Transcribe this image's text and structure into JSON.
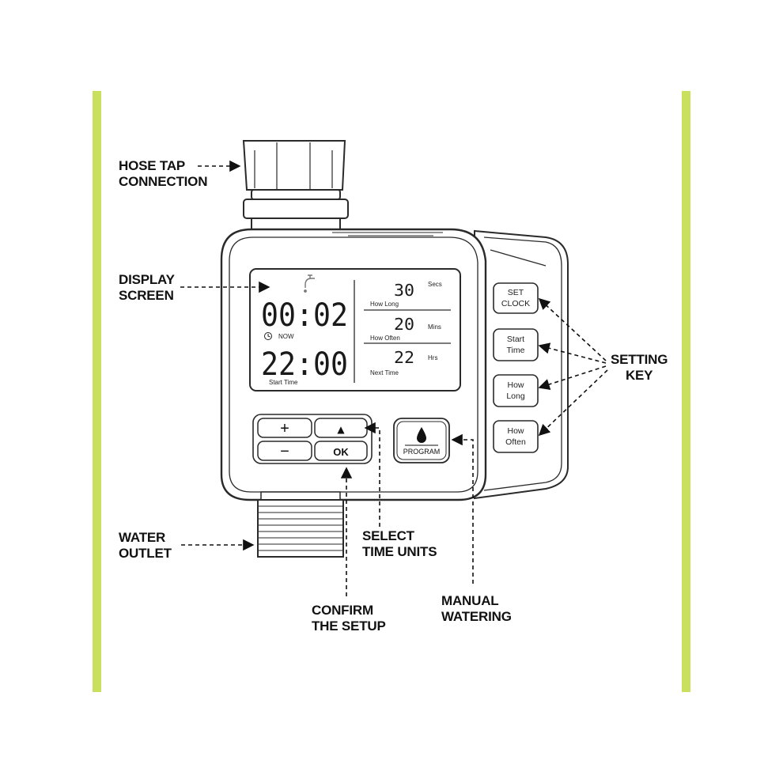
{
  "callouts": {
    "hose_tap": "HOSE TAP\nCONNECTION",
    "display": "DISPLAY\nSCREEN",
    "setting_key": "SETTING\nKEY",
    "water_outlet": "WATER\nOUTLET",
    "select_units": "SELECT\nTIME UNITS",
    "confirm": "CONFIRM\nTHE SETUP",
    "manual": "MANUAL\nWATERING"
  },
  "display": {
    "now_time": "00:02",
    "now_label": "NOW",
    "start_time": "22:00",
    "start_label": "Start Time",
    "how_long_value": "30",
    "how_long_unit": "Secs",
    "how_long_label": "How Long",
    "how_often_value": "20",
    "how_often_unit": "Mins",
    "how_often_label": "How Often",
    "next_value": "22",
    "next_unit": "Hrs",
    "next_label": "Next Time"
  },
  "side_keys": {
    "set_clock": [
      "SET",
      "CLOCK"
    ],
    "start_time": [
      "Start",
      "Time"
    ],
    "how_long": [
      "How",
      "Long"
    ],
    "how_often": [
      "How",
      "Often"
    ]
  },
  "front_keys": {
    "plus": "+",
    "minus": "−",
    "up": "▲",
    "ok": "OK",
    "program": "PROGRAM"
  },
  "icons": [
    "tap-icon",
    "clock-icon",
    "water-drop-icon"
  ],
  "colors": {
    "accent_bar": "#c9df5e",
    "line": "#2a2a2a"
  }
}
